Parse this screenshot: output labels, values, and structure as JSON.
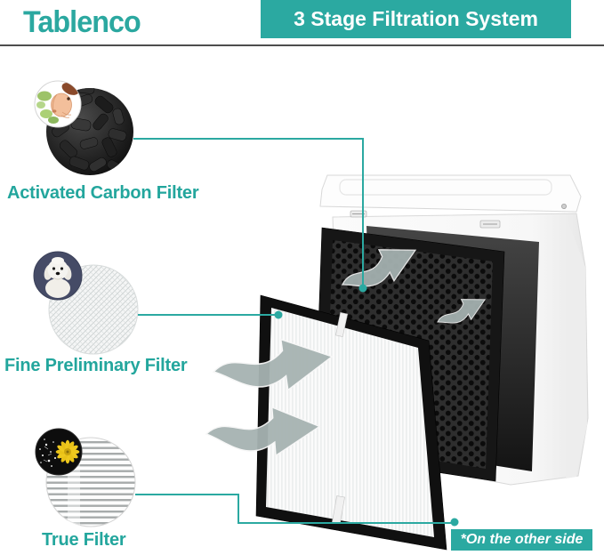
{
  "brand": {
    "name": "Tablenco",
    "color": "#2BA8A0"
  },
  "title_banner": {
    "text": "3 Stage Filtration System",
    "bg": "#2BA9A1",
    "text_color": "#ffffff"
  },
  "stages": [
    {
      "label": "Activated Carbon Filter",
      "main_icon": "activated-carbon-pellets-photo",
      "badge_icon": "odor-smell-cartoon"
    },
    {
      "label": "Fine Preliminary Filter",
      "main_icon": "fine-mesh-filter-photo",
      "badge_icon": "pet-dog-photo"
    },
    {
      "label": "True Filter",
      "main_icon": "pleated-filter-photo",
      "badge_icon": "pollen-flower-photo"
    }
  ],
  "footnote_banner": {
    "text": "*On the other side",
    "bg": "#2BA9A1",
    "text_color": "#ffffff"
  },
  "illustration": {
    "subject": "air-purifier-exploded-view",
    "parts": [
      "purifier-housing",
      "honeycomb-carbon-filter",
      "pleated-true-filter"
    ],
    "airflow_arrow_count": 4
  },
  "colors": {
    "teal": "#2BA9A1",
    "label_text": "#23A69D",
    "divider": "#4d4d4d",
    "arrow_gray": "#a6b3b2"
  }
}
